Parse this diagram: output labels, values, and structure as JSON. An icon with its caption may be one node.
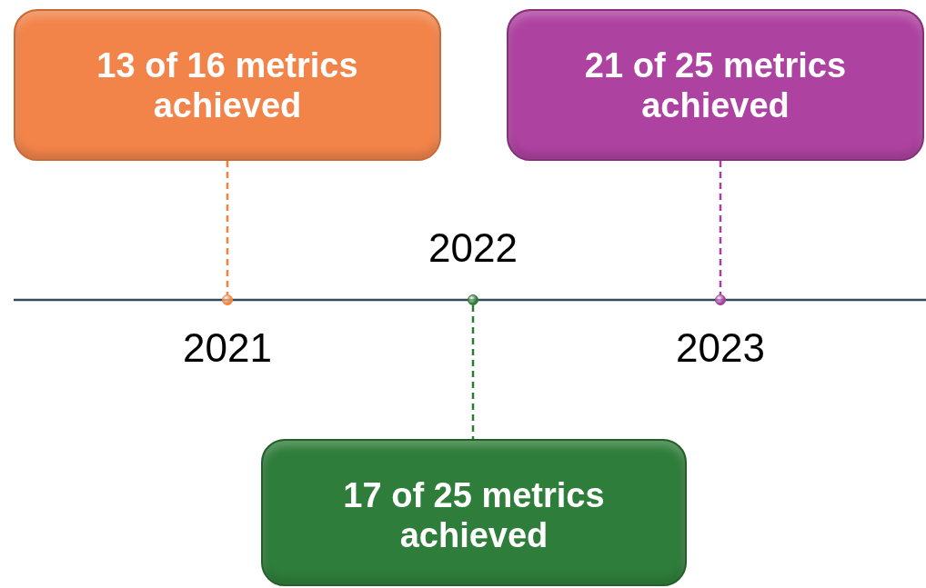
{
  "diagram": {
    "nodes": [
      {
        "text": [
          "13 of 16 metrics achieved"
        ]
      },
      {
        "text": [
          "21 of 25 metrics achieved"
        ]
      },
      {
        "text": [],
        "shape": "circle",
        "beside": [
          "2021"
        ]
      },
      {
        "text": [],
        "shape": "circle",
        "beside": [
          "2022"
        ]
      },
      {
        "text": [],
        "shape": "circle",
        "beside": [
          "2023"
        ]
      },
      {
        "text": [
          "17 of 25 metrics achieved"
        ]
      }
    ],
    "edges": [
      {
        "from": 0,
        "to": 2,
        "arrow": "none",
        "style": "dashed",
        "color": "#f0843f"
      },
      {
        "from": 1,
        "to": 4,
        "arrow": "none",
        "style": "dashed",
        "color": "#a6409c"
      },
      {
        "from": 3,
        "to": 5,
        "arrow": "none",
        "style": "dashed",
        "color": "#2e7a37"
      }
    ]
  }
}
